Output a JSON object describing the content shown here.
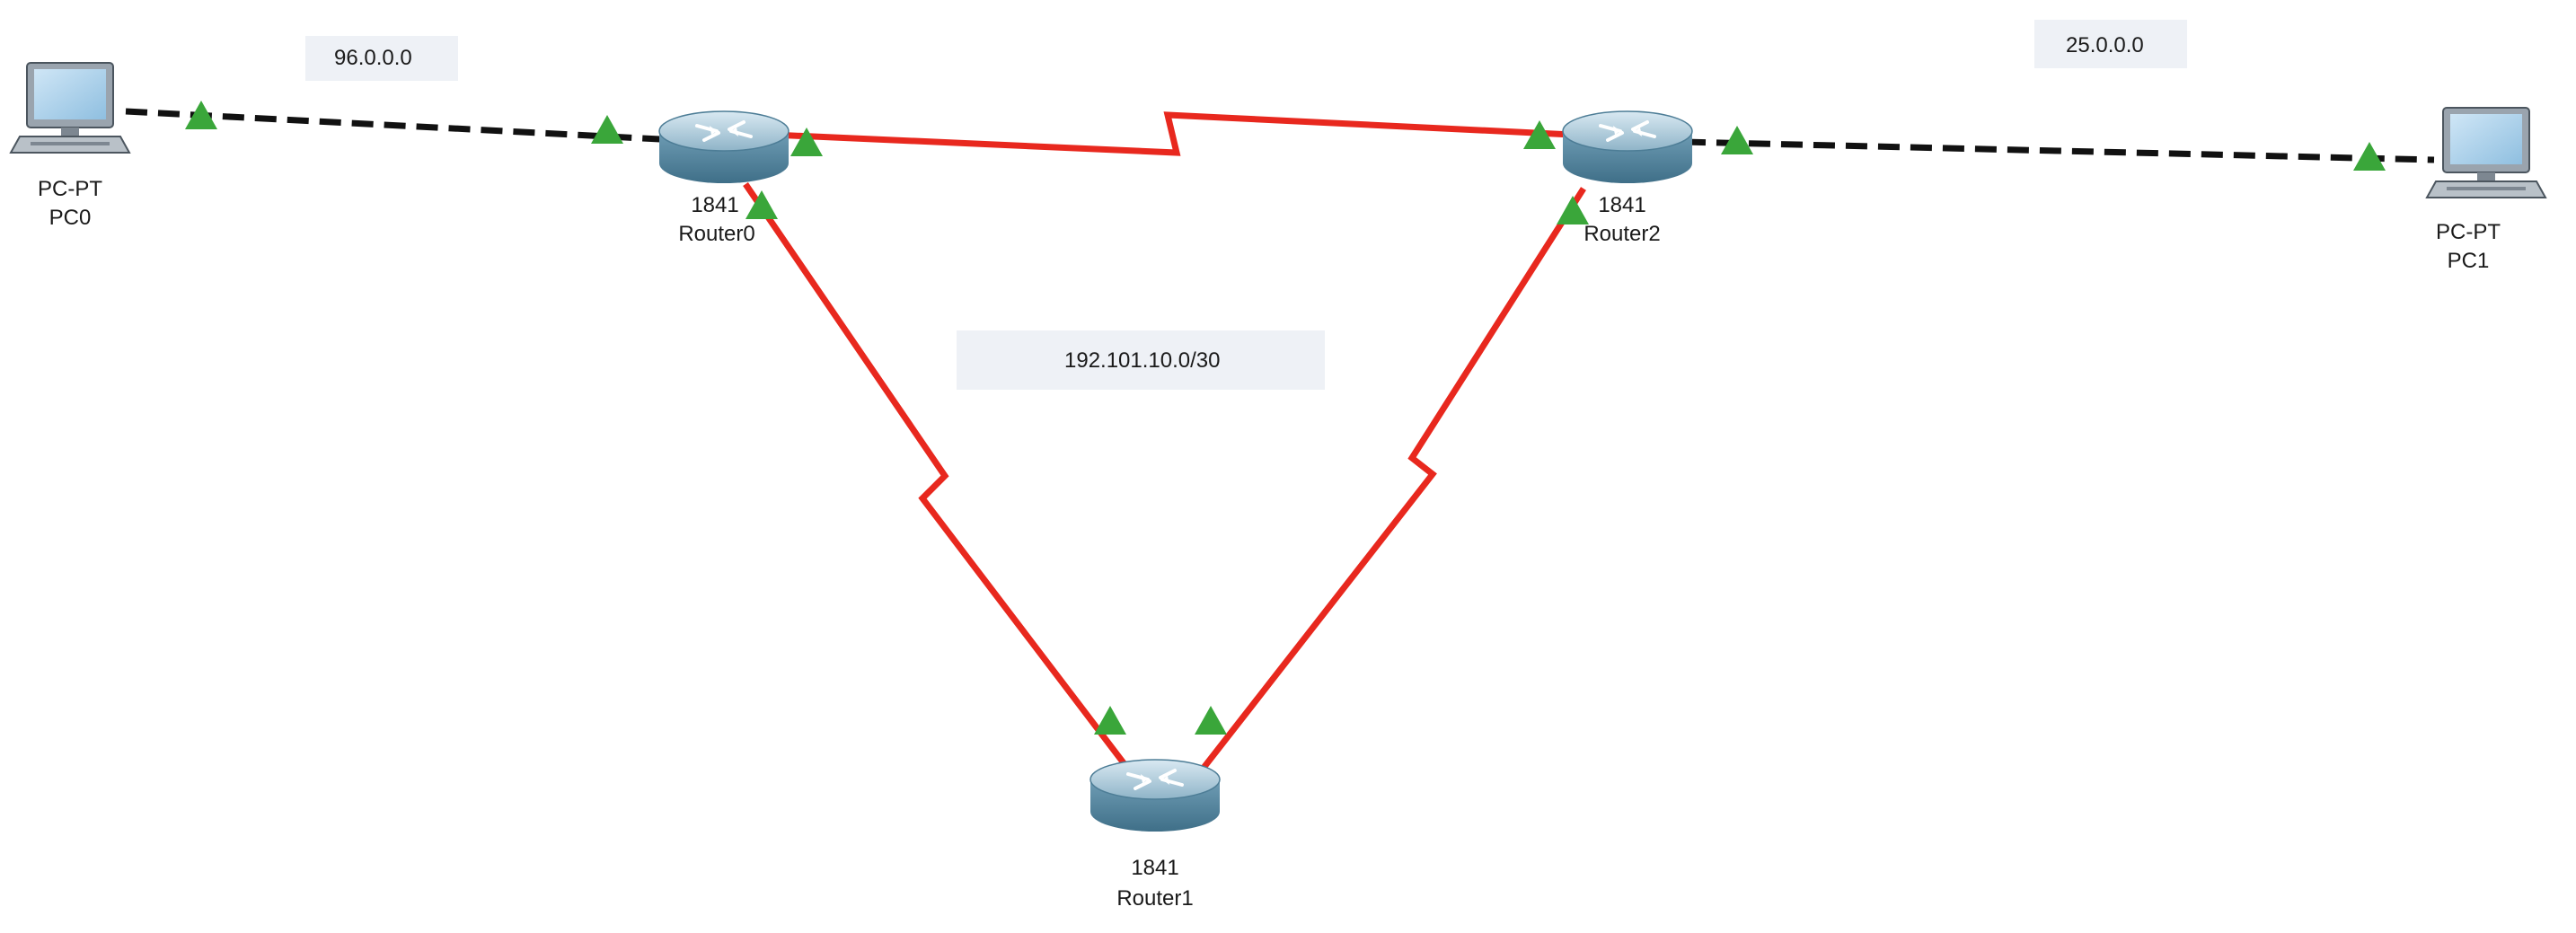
{
  "colors": {
    "serial_link": "#e8281e",
    "ethernet_link": "#111111",
    "port_up": "#3aa63a",
    "router_body": "#5b8fa8",
    "label_bg": "#eef1f6"
  },
  "devices": [
    {
      "id": "pc0",
      "kind": "pc",
      "icon": "pc-icon",
      "model": "PC-PT",
      "name": "PC0"
    },
    {
      "id": "router0",
      "kind": "router",
      "icon": "router-icon",
      "model": "1841",
      "name": "Router0"
    },
    {
      "id": "router1",
      "kind": "router",
      "icon": "router-icon",
      "model": "1841",
      "name": "Router1"
    },
    {
      "id": "router2",
      "kind": "router",
      "icon": "router-icon",
      "model": "1841",
      "name": "Router2"
    },
    {
      "id": "pc1",
      "kind": "pc",
      "icon": "pc-icon",
      "model": "PC-PT",
      "name": "PC1"
    }
  ],
  "links": [
    {
      "id": "pc0-router0",
      "type": "copper-straight",
      "from": "pc0",
      "to": "router0",
      "from_status": "up",
      "to_status": "up"
    },
    {
      "id": "router0-router2",
      "type": "serial",
      "from": "router0",
      "to": "router2",
      "from_status": "up",
      "to_status": "up"
    },
    {
      "id": "router0-router1",
      "type": "serial",
      "from": "router0",
      "to": "router1",
      "from_status": "up",
      "to_status": "up"
    },
    {
      "id": "router2-router1",
      "type": "serial",
      "from": "router2",
      "to": "router1",
      "from_status": "up",
      "to_status": "up"
    },
    {
      "id": "router2-pc1",
      "type": "copper-straight",
      "from": "router2",
      "to": "pc1",
      "from_status": "up",
      "to_status": "up"
    }
  ],
  "network_labels": [
    {
      "id": "net-96",
      "text": "96.0.0.0"
    },
    {
      "id": "net-192",
      "text": "192.101.10.0/30"
    },
    {
      "id": "net-25",
      "text": "25.0.0.0"
    }
  ]
}
